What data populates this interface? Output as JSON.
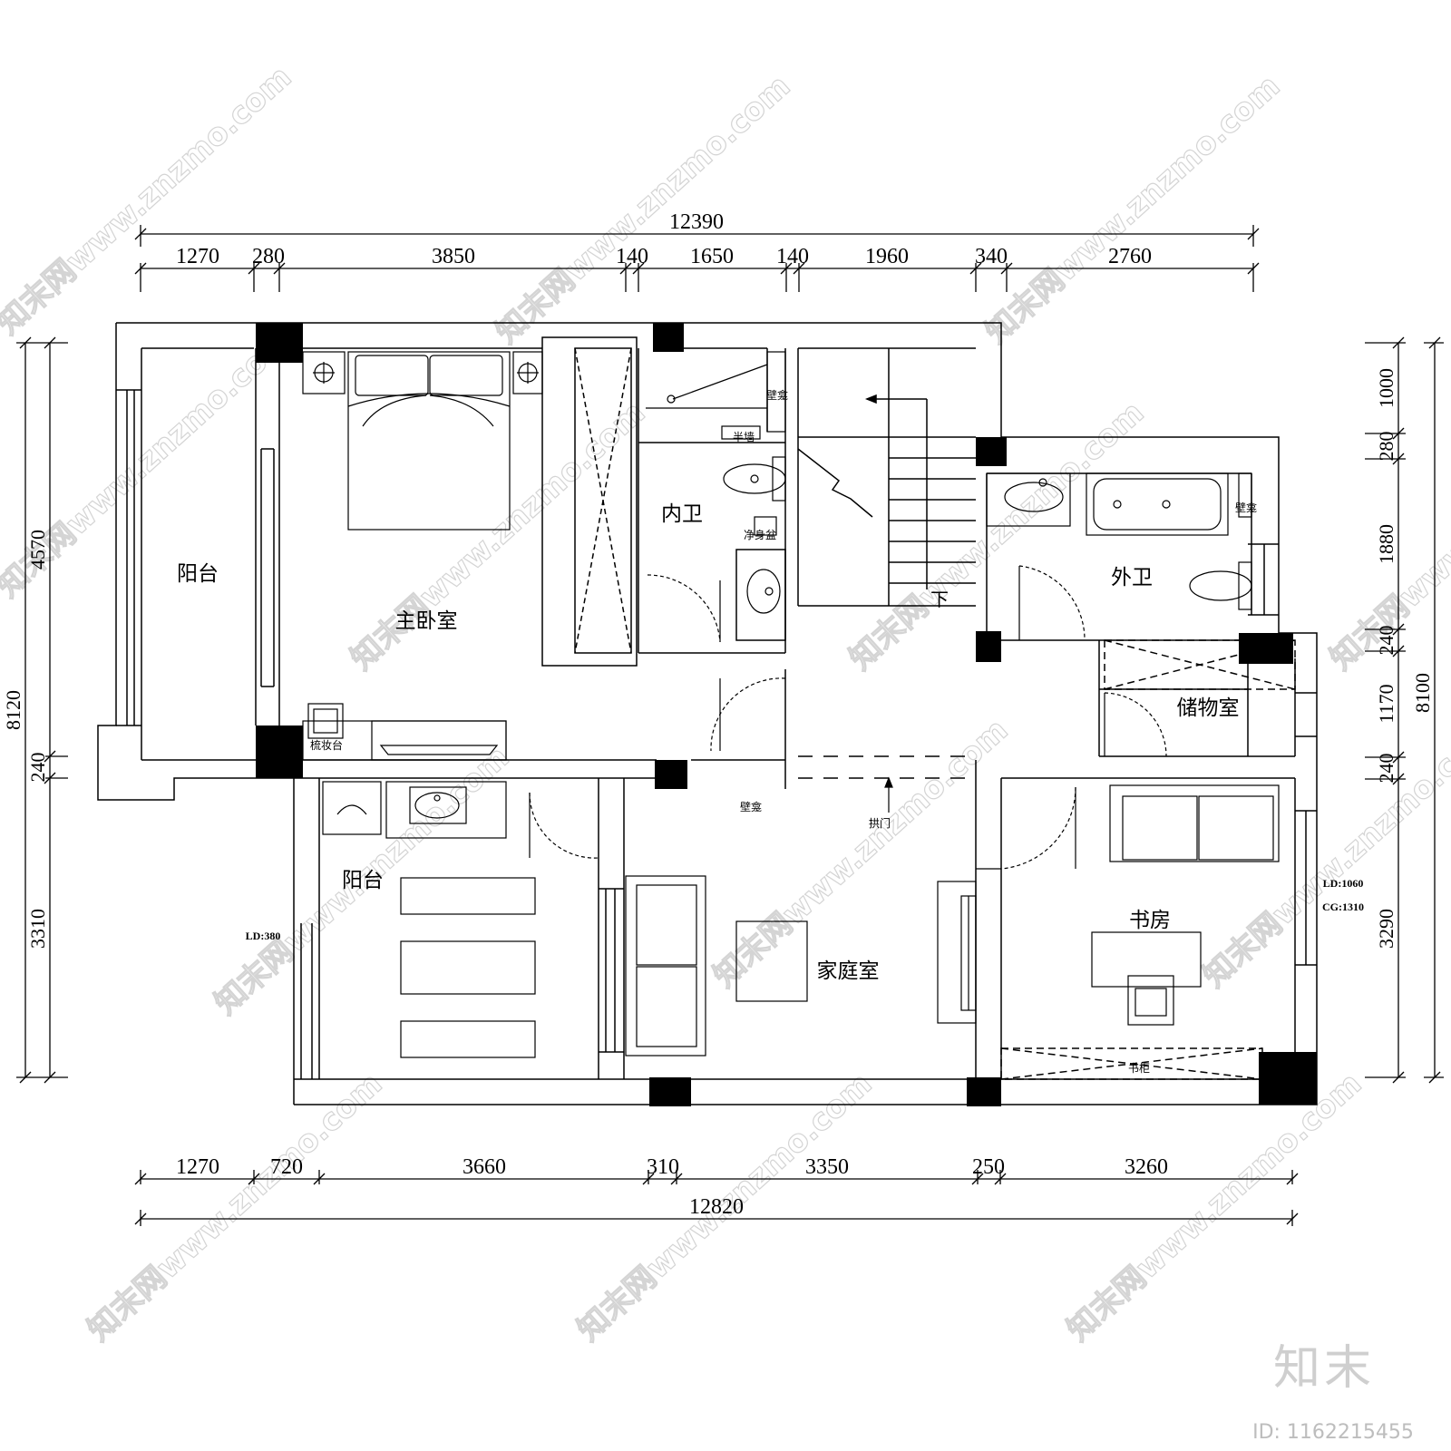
{
  "dimensions": {
    "top_total": "12390",
    "top_segments": [
      "1270",
      "280",
      "3850",
      "140",
      "1650",
      "140",
      "1960",
      "340",
      "2760"
    ],
    "bottom_total": "12820",
    "bottom_segments": [
      "1270",
      "720",
      "3660",
      "310",
      "3350",
      "250",
      "3260"
    ],
    "left_total": "8120",
    "left_segments": [
      "4570",
      "240",
      "3310"
    ],
    "right_total": "8100",
    "right_segments": [
      "1000",
      "280",
      "1880",
      "240",
      "1170",
      "240",
      "3290"
    ]
  },
  "rooms": {
    "balcony_upper": "阳台",
    "master_bedroom": "主卧室",
    "inner_bath": "内卫",
    "outer_bath": "外卫",
    "storage": "储物室",
    "balcony_lower": "阳台",
    "family_room": "家庭室",
    "study": "书房"
  },
  "labels": {
    "niche_1": "壁龛",
    "half_wall": "半墙",
    "bidet": "净身盆",
    "niche_2": "壁龛",
    "vanity": "梳妆台",
    "niche_3": "壁龛",
    "arch_door": "拱门",
    "stair_down": "下",
    "bookcase": "书柜",
    "ld_left": "LD:380",
    "ld_right": "LD:1060",
    "cg_right": "CG:1310"
  },
  "watermark": {
    "text": "知末网www.znzmo.com",
    "brand": "知末",
    "id": "ID: 1162215455"
  }
}
